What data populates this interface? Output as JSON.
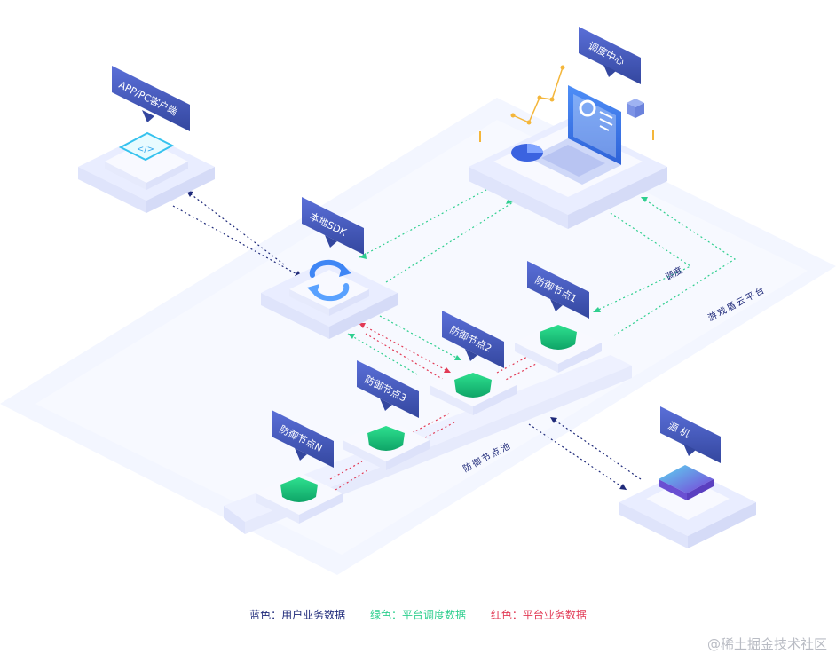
{
  "labels": {
    "app_client": "APP/PC客户端",
    "local_sdk": "本地SDK",
    "dispatch_center": "调度中心",
    "node_1": "防御节点1",
    "node_2": "防御节点2",
    "node_3": "防御节点3",
    "node_n": "防御节点N",
    "source_host": "源 机",
    "dispatch_tag": "调度",
    "cloud_platform": "游戏盾云平台",
    "node_pool": "防御节点池"
  },
  "legend": {
    "blue": "蓝色：用户业务数据",
    "green": "绿色：平台调度数据",
    "red": "红色：平台业务数据"
  },
  "watermark": "@稀土掘金技术社区",
  "colors": {
    "blue": "#1f2a7a",
    "green": "#2fcf8f",
    "red": "#e23a55",
    "tag": "#3f56c0",
    "shield": "#18b878"
  }
}
